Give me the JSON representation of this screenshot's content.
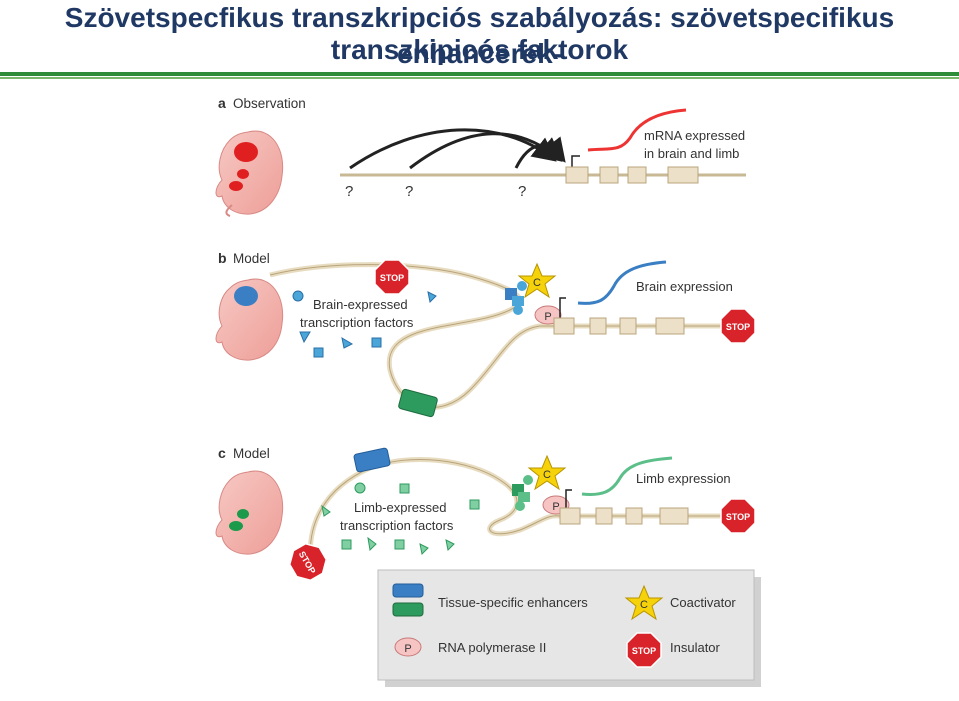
{
  "title": {
    "line1": "Szövetspecfikus transzkripciós szabályozás: szövetspecifikus enhancerek-",
    "line2": "transzkipicós faktorok"
  },
  "panel_a": {
    "label": "a",
    "heading": "Observation",
    "question_marks": [
      "?",
      "?",
      "?"
    ],
    "mrna_line1": "mRNA expressed",
    "mrna_line2": "in brain and limb"
  },
  "panel_b": {
    "label": "b",
    "heading": "Model",
    "tf_line1": "Brain-expressed",
    "tf_line2": "transcription factors",
    "expression": "Brain expression",
    "stop": "STOP",
    "coactivator": "C",
    "polymerase": "P"
  },
  "panel_c": {
    "label": "c",
    "heading": "Model",
    "tf_line1": "Limb-expressed",
    "tf_line2": "transcription factors",
    "expression": "Limb expression",
    "stop": "STOP",
    "coactivator": "C",
    "polymerase": "P"
  },
  "legend": {
    "enhancers": "Tissue-specific enhancers",
    "coactivator": "Coactivator",
    "coactivator_symbol": "C",
    "polymerase": "RNA polymerase II",
    "polymerase_symbol": "P",
    "insulator": "Insulator",
    "insulator_symbol": "STOP"
  },
  "colors": {
    "title": "#1f3864",
    "brain_blue": "#3a7fc4",
    "limb_green": "#2e9b5e",
    "mrna_red": "#d33a3a",
    "stop_red": "#d8232a",
    "coactivator_yellow": "#f5d20a",
    "dna_tan": "#e9ddc3"
  }
}
